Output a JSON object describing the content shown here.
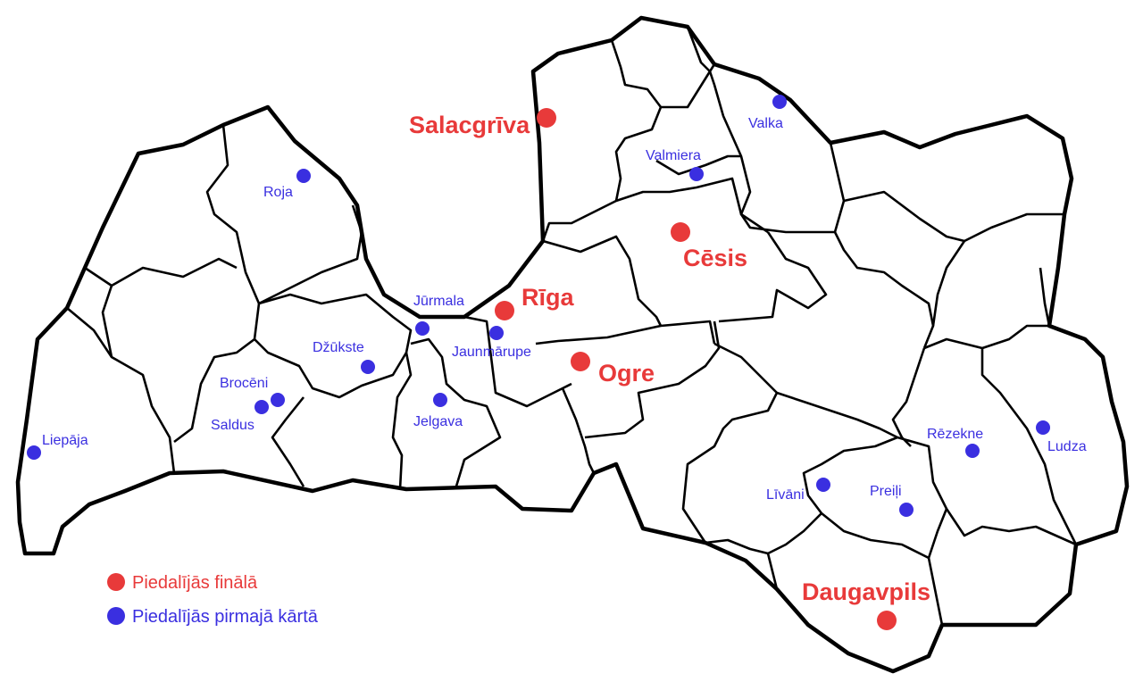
{
  "colors": {
    "final": "#e83a3a",
    "first": "#3a2fe0"
  },
  "cities": {
    "salacgriva": {
      "name": "Salacgrīva",
      "tier": "final"
    },
    "cesis": {
      "name": "Cēsis",
      "tier": "final"
    },
    "riga": {
      "name": "Rīga",
      "tier": "final"
    },
    "ogre": {
      "name": "Ogre",
      "tier": "final"
    },
    "daugavpils": {
      "name": "Daugavpils",
      "tier": "final"
    },
    "valka": {
      "name": "Valka",
      "tier": "first"
    },
    "valmiera": {
      "name": "Valmiera",
      "tier": "first"
    },
    "roja": {
      "name": "Roja",
      "tier": "first"
    },
    "jurmala": {
      "name": "Jūrmala",
      "tier": "first"
    },
    "jaunmarupe": {
      "name": "Jaunmārupe",
      "tier": "first"
    },
    "dzukste": {
      "name": "Džūkste",
      "tier": "first"
    },
    "broceni": {
      "name": "Brocēni",
      "tier": "first"
    },
    "saldus": {
      "name": "Saldus",
      "tier": "first"
    },
    "jelgava": {
      "name": "Jelgava",
      "tier": "first"
    },
    "liepaja": {
      "name": "Liepāja",
      "tier": "first"
    },
    "rezekne": {
      "name": "Rēzekne",
      "tier": "first"
    },
    "ludza": {
      "name": "Ludza",
      "tier": "first"
    },
    "livani": {
      "name": "Līvāni",
      "tier": "first"
    },
    "preili": {
      "name": "Preiļi",
      "tier": "first"
    }
  },
  "legend": {
    "final": "Piedalījās finālā",
    "first": "Piedalījās pirmajā kārtā"
  }
}
